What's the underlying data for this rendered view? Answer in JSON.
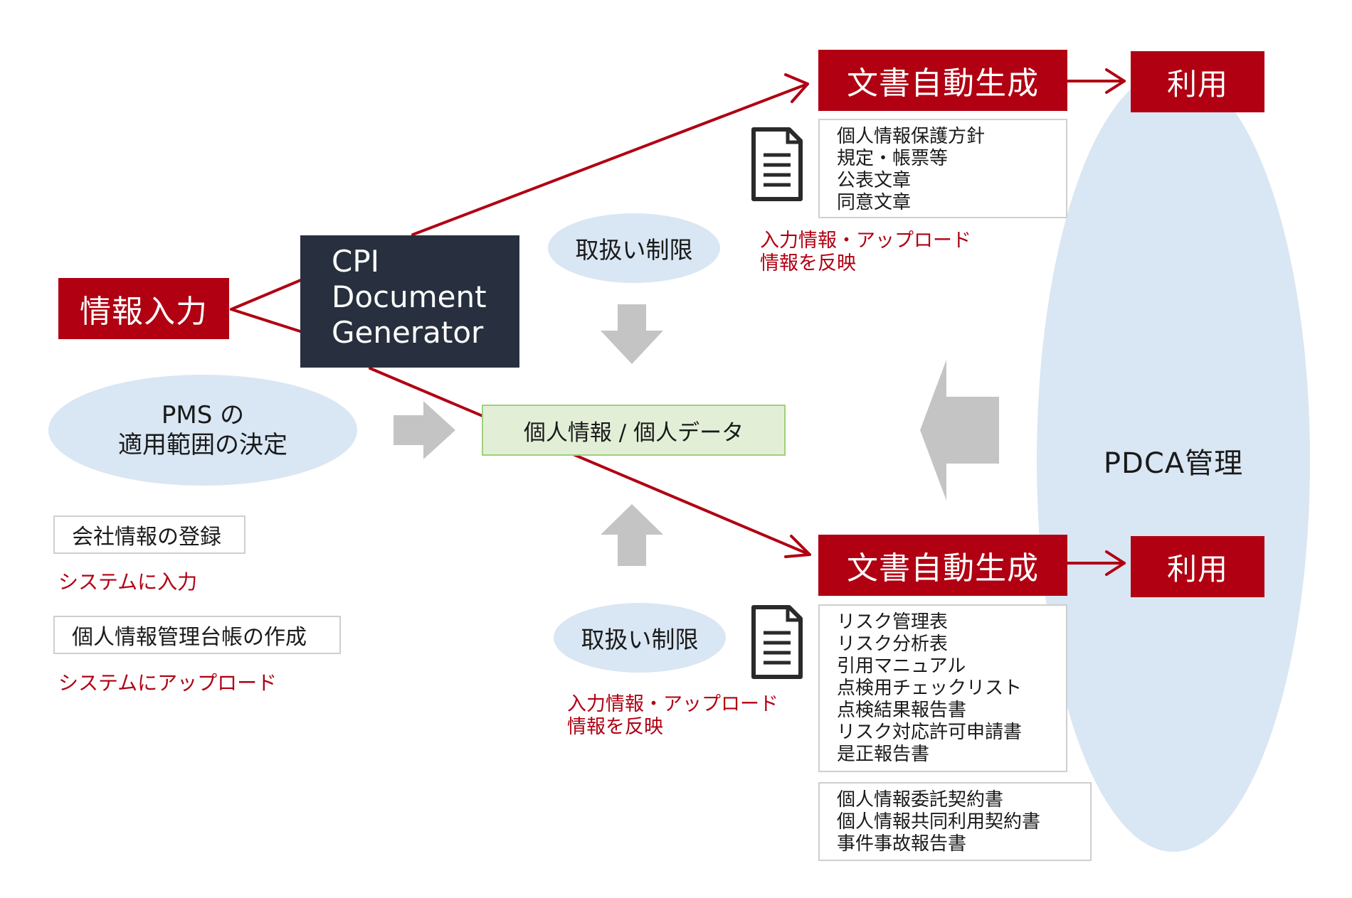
{
  "colors": {
    "accent_red": "#b00012",
    "dark_navy": "#28303f",
    "light_blue": "#d9e6f3",
    "light_green": "#e2efd6",
    "arrow_gray": "#c4c4c4"
  },
  "info_input": "情報入力",
  "generator": {
    "line1": "CPI",
    "line2": "Document",
    "line3": "Generator"
  },
  "pms": {
    "line1": "PMS の",
    "line2": "適用範囲の決定"
  },
  "personal_data": "個人情報 / 個人データ",
  "restriction_top": "取扱い制限",
  "restriction_bottom": "取扱い制限",
  "pdca": "PDCA管理",
  "doc_gen_top": "文書自動生成",
  "doc_gen_bottom": "文書自動生成",
  "use_top": "利用",
  "use_bottom": "利用",
  "top_docs": [
    "個人情報保護方針",
    "規定・帳票等",
    "公表文章",
    "同意文章"
  ],
  "bottom_docs": [
    "リスク管理表",
    "リスク分析表",
    "引用マニュアル",
    "点検用チェックリスト",
    "点検結果報告書",
    "リスク対応許可申請書",
    "是正報告書"
  ],
  "extra_docs": [
    "個人情報委託契約書",
    "個人情報共同利用契約書",
    "事件事故報告書"
  ],
  "reflect_top": {
    "line1": "入力情報・アップロード",
    "line2": "情報を反映"
  },
  "reflect_bottom": {
    "line1": "入力情報・アップロード",
    "line2": "情報を反映"
  },
  "company_info": "会社情報の登録",
  "system_input": "システムに入力",
  "ledger": "個人情報管理台帳の作成",
  "system_upload": "システムにアップロード",
  "icons": [
    "document-icon",
    "document-icon"
  ]
}
